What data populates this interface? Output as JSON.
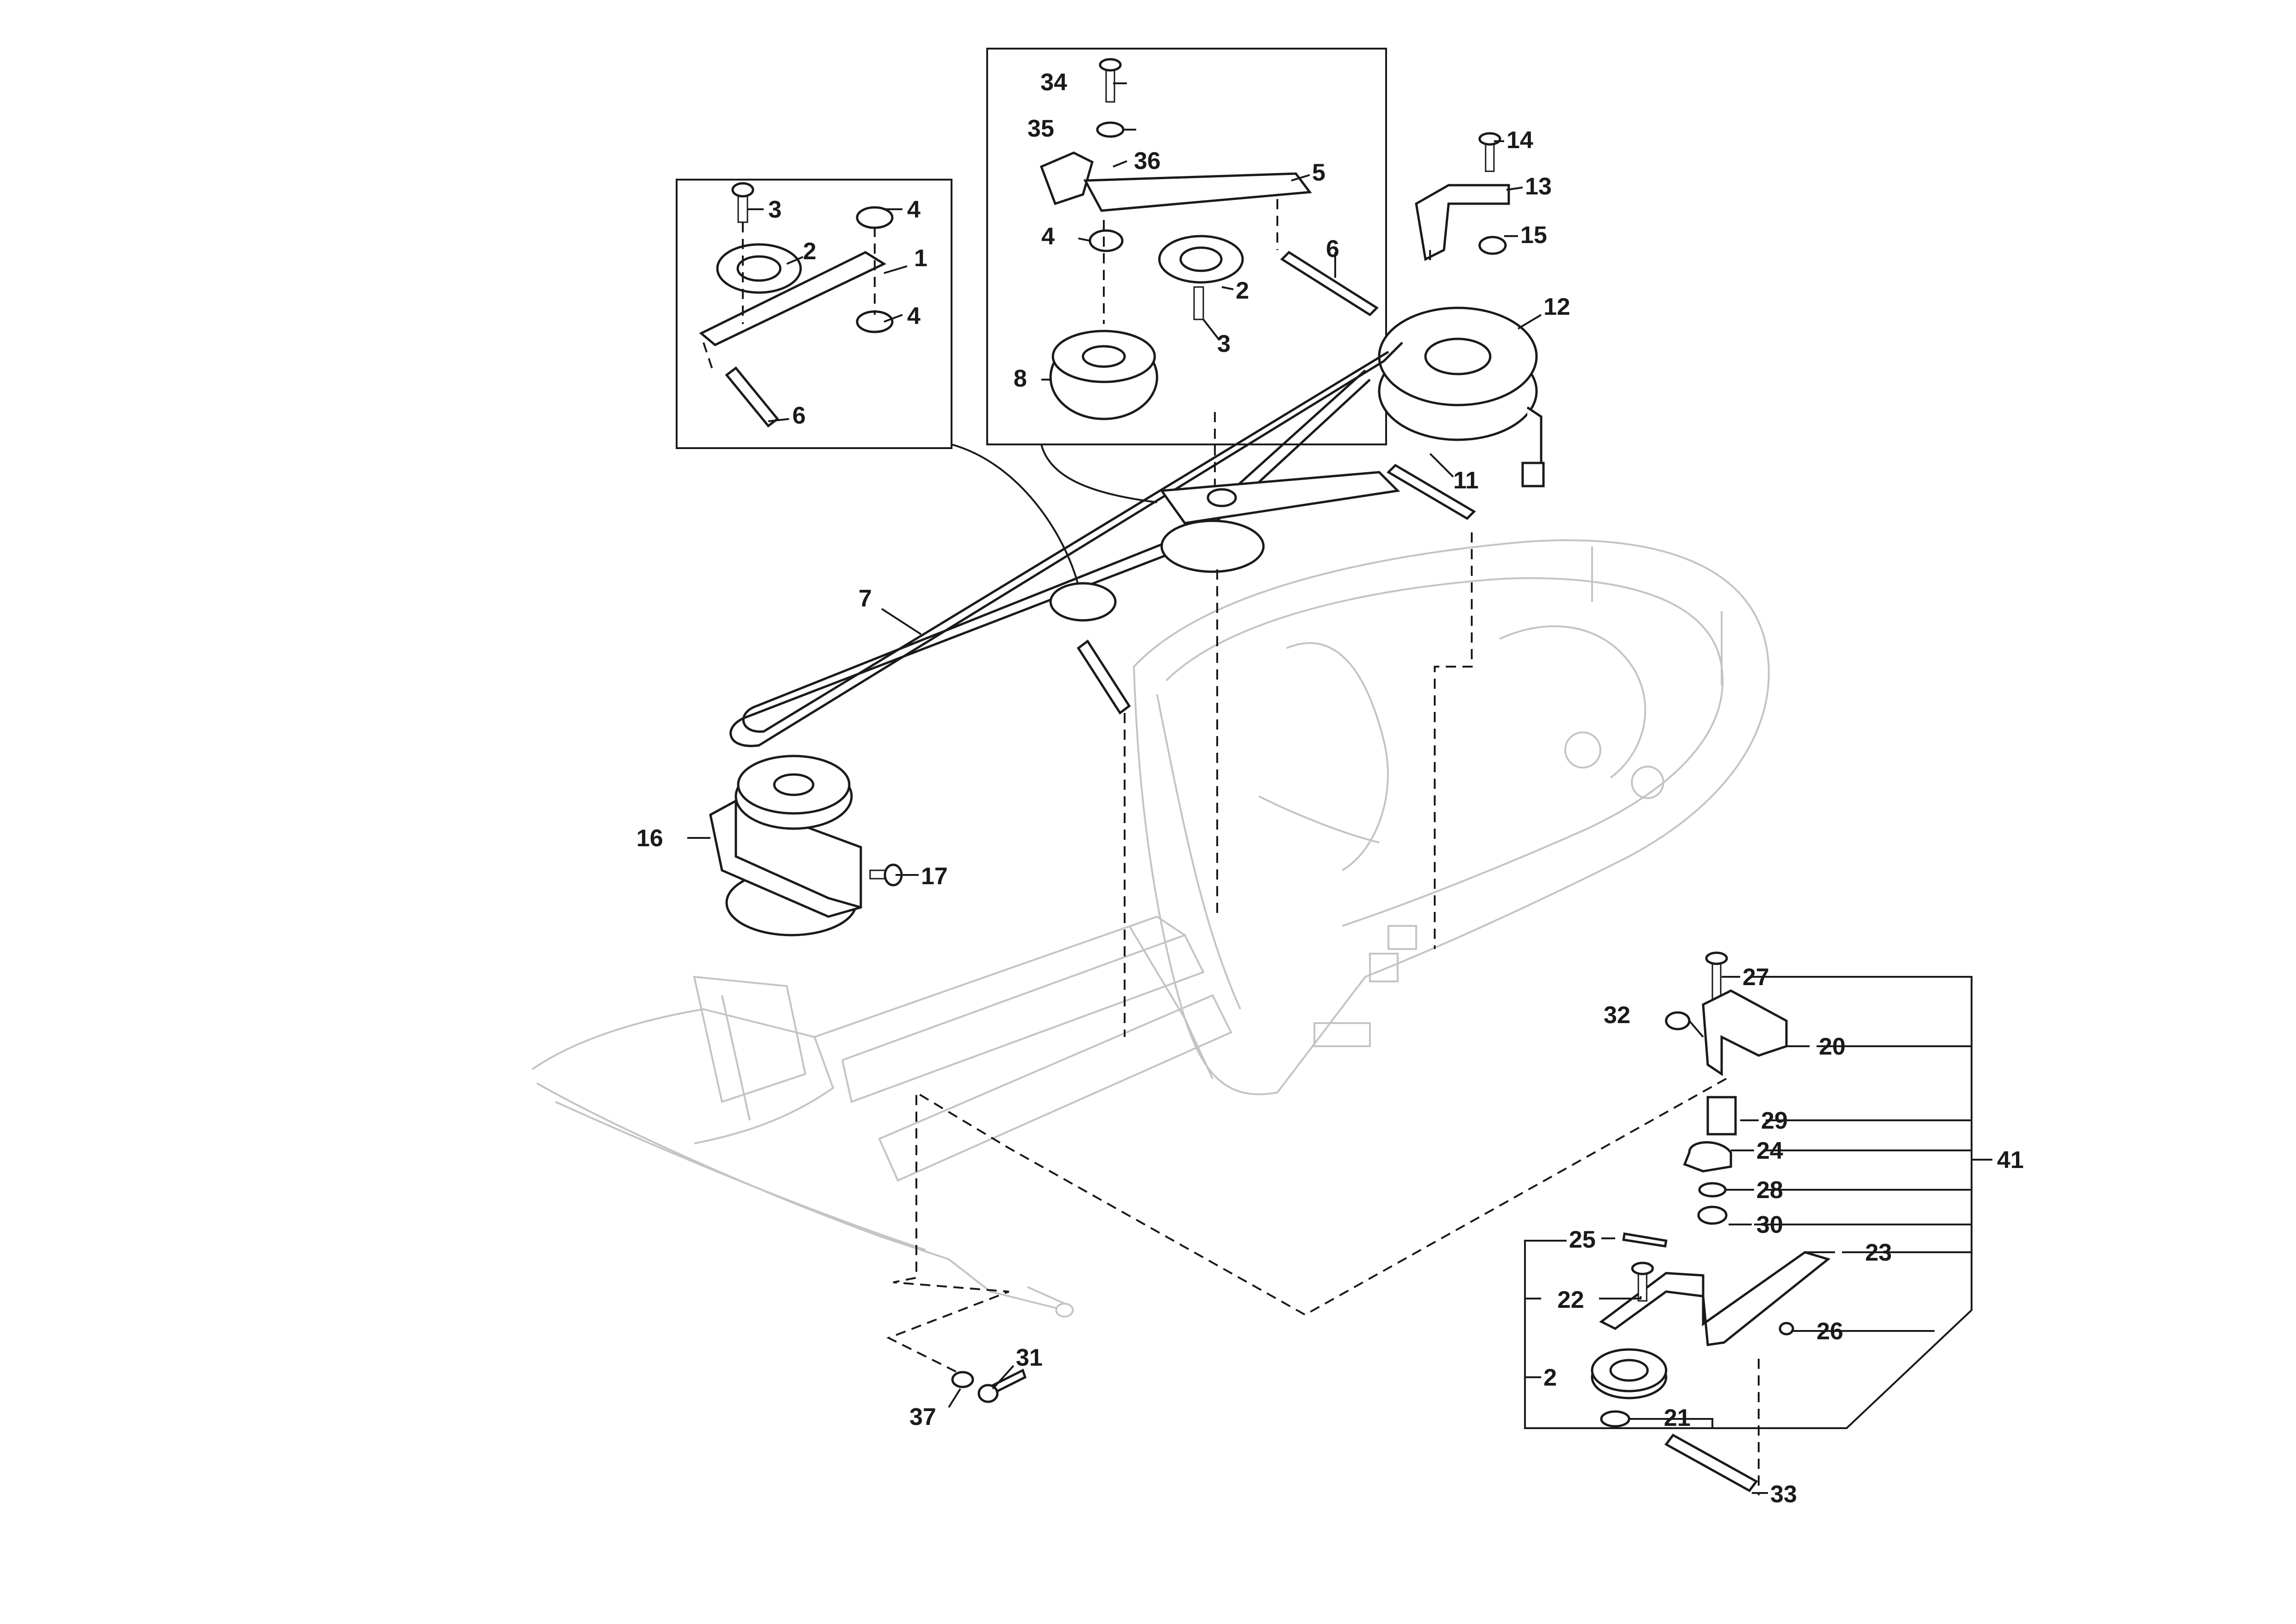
{
  "callouts": {
    "c1": "1",
    "c2a": "2",
    "c3a": "3",
    "c4a": "4",
    "c4b": "4",
    "c6a": "6",
    "c34": "34",
    "c35": "35",
    "c36": "36",
    "c5": "5",
    "c4c": "4",
    "c6b": "6",
    "c2b": "2",
    "c3b": "3",
    "c8": "8",
    "c14": "14",
    "c13": "13",
    "c15": "15",
    "c12": "12",
    "c11": "11",
    "c7": "7",
    "c16": "16",
    "c17": "17",
    "c27": "27",
    "c32": "32",
    "c20": "20",
    "c29": "29",
    "c24": "24",
    "c28": "28",
    "c30": "30",
    "c41": "41",
    "c25": "25",
    "c23": "23",
    "c22": "22",
    "c26": "26",
    "c2c": "2",
    "c21": "21",
    "c33": "33",
    "c31": "31",
    "c37": "37"
  }
}
